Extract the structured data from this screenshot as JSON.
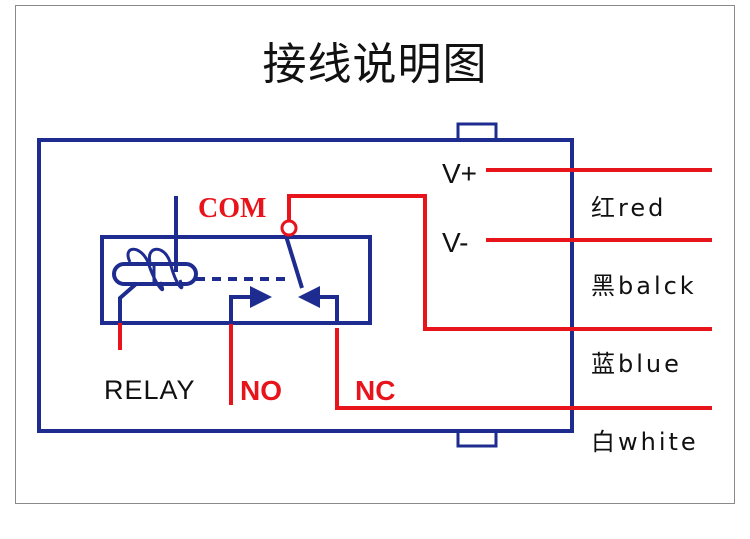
{
  "title": "接线说明图",
  "colors": {
    "module_outline": "#1e2b8f",
    "wire": "#e8141c",
    "text": "#111111",
    "frame": "#8a8a8a"
  },
  "component": {
    "name": "RELAY"
  },
  "terminals": {
    "com": "COM",
    "no": "NO",
    "nc": "NC",
    "vplus": "V+",
    "vminus": "V-"
  },
  "wires": [
    {
      "id": "red",
      "label": "红red"
    },
    {
      "id": "black",
      "label": "黑balck"
    },
    {
      "id": "blue",
      "label": "蓝blue"
    },
    {
      "id": "white",
      "label": "白white"
    }
  ]
}
